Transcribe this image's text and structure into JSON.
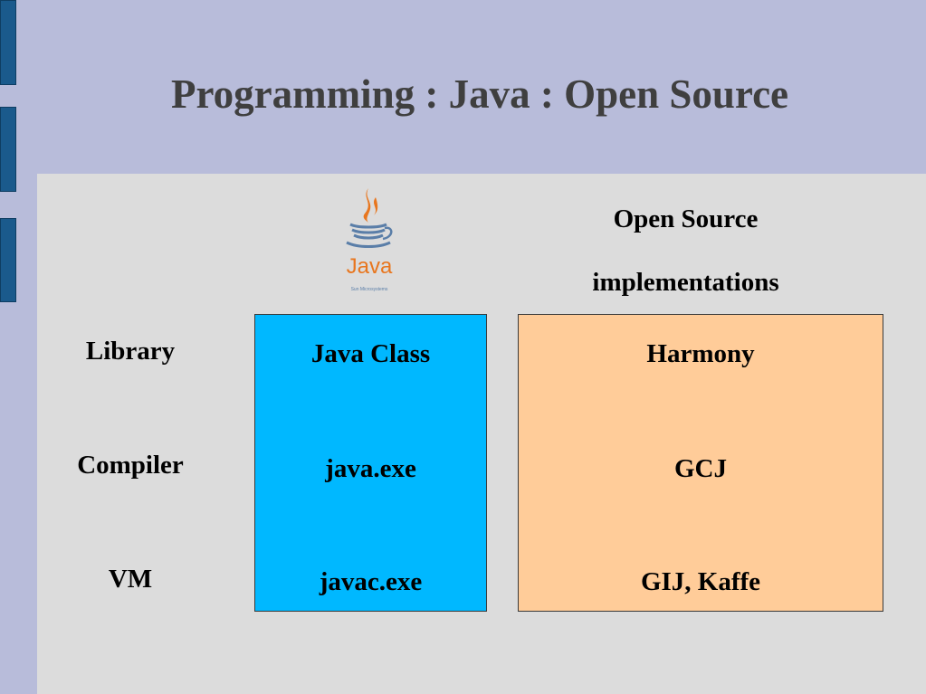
{
  "slide": {
    "title": "Programming : Java : Open Source",
    "columns": {
      "open_source_heading_line1": "Open Source",
      "open_source_heading_line2": "implementations"
    },
    "row_labels": [
      "Library",
      "Compiler",
      "VM"
    ],
    "java_column": [
      "Java Class",
      "java.exe",
      "javac.exe"
    ],
    "open_source_column": [
      "Harmony",
      "GCJ",
      "GIJ, Kaffe"
    ],
    "logo": {
      "icon": "java-coffee-cup-logo",
      "wordmark": "Java",
      "tagline": "Sun Microsystems"
    },
    "colors": {
      "background": "#b8bcda",
      "content_panel": "#dcdcdc",
      "side_tabs": "#1a5a8c",
      "java_box": "#00b8ff",
      "open_source_box": "#ffcc99",
      "title_text": "#3f3f3f",
      "logo_orange": "#e8761e",
      "logo_blue": "#5a7ea8"
    }
  }
}
